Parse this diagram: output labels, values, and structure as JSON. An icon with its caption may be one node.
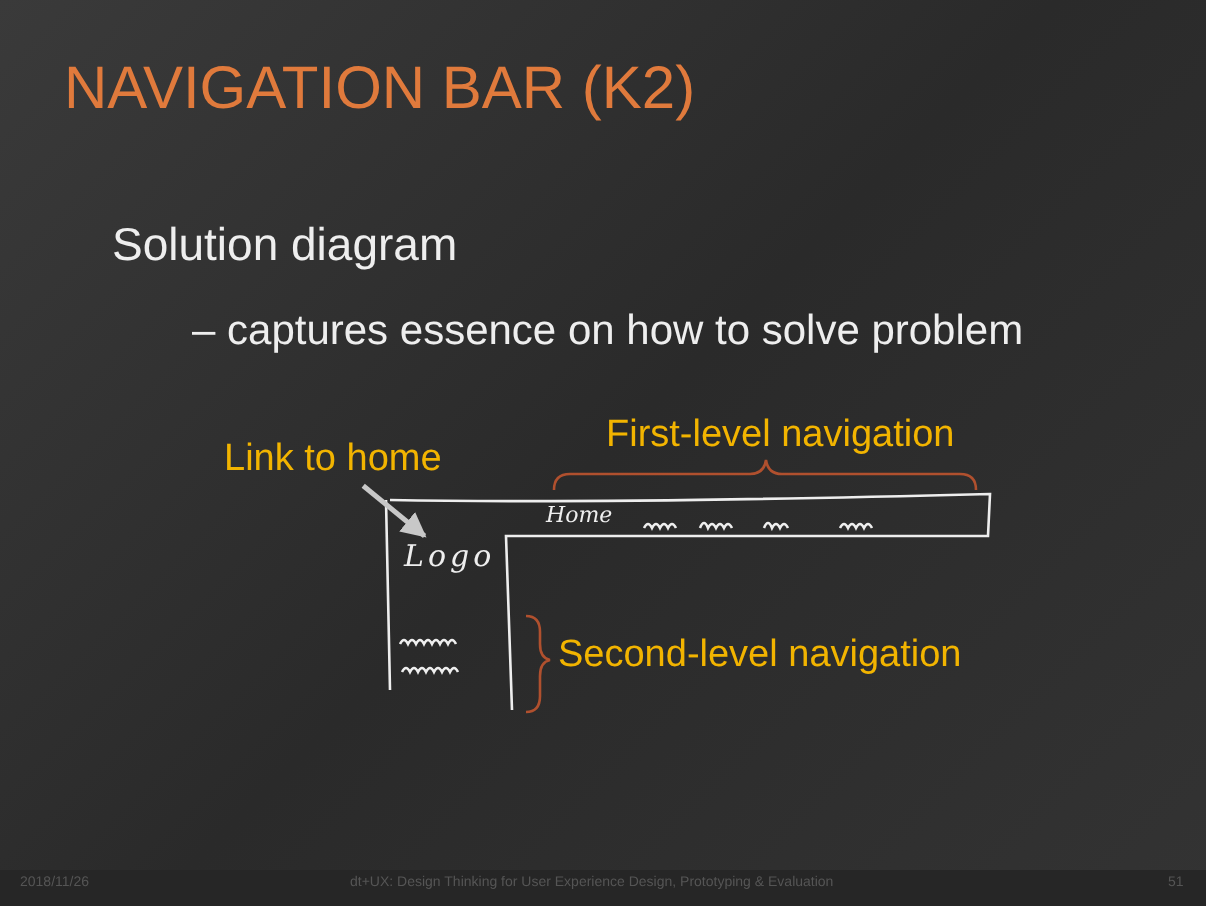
{
  "diagram": {
    "title": "NAVIGATION BAR (K2)",
    "nodes": [
      {
        "text": [
          "Link to home"
        ]
      },
      {
        "text": [
          "Logo"
        ]
      }
    ],
    "edges": [
      {
        "from": 0,
        "to": 1,
        "arrow": "to"
      }
    ],
    "labels": [
      "Solution diagram",
      "– captures essence on how to solve problem",
      "First-level navigation",
      "Home",
      "Second-level navigation",
      "2018/11/26",
      "dt+UX: Design Thinking for User Experience Design, Prototyping & Evaluation",
      "51"
    ]
  }
}
